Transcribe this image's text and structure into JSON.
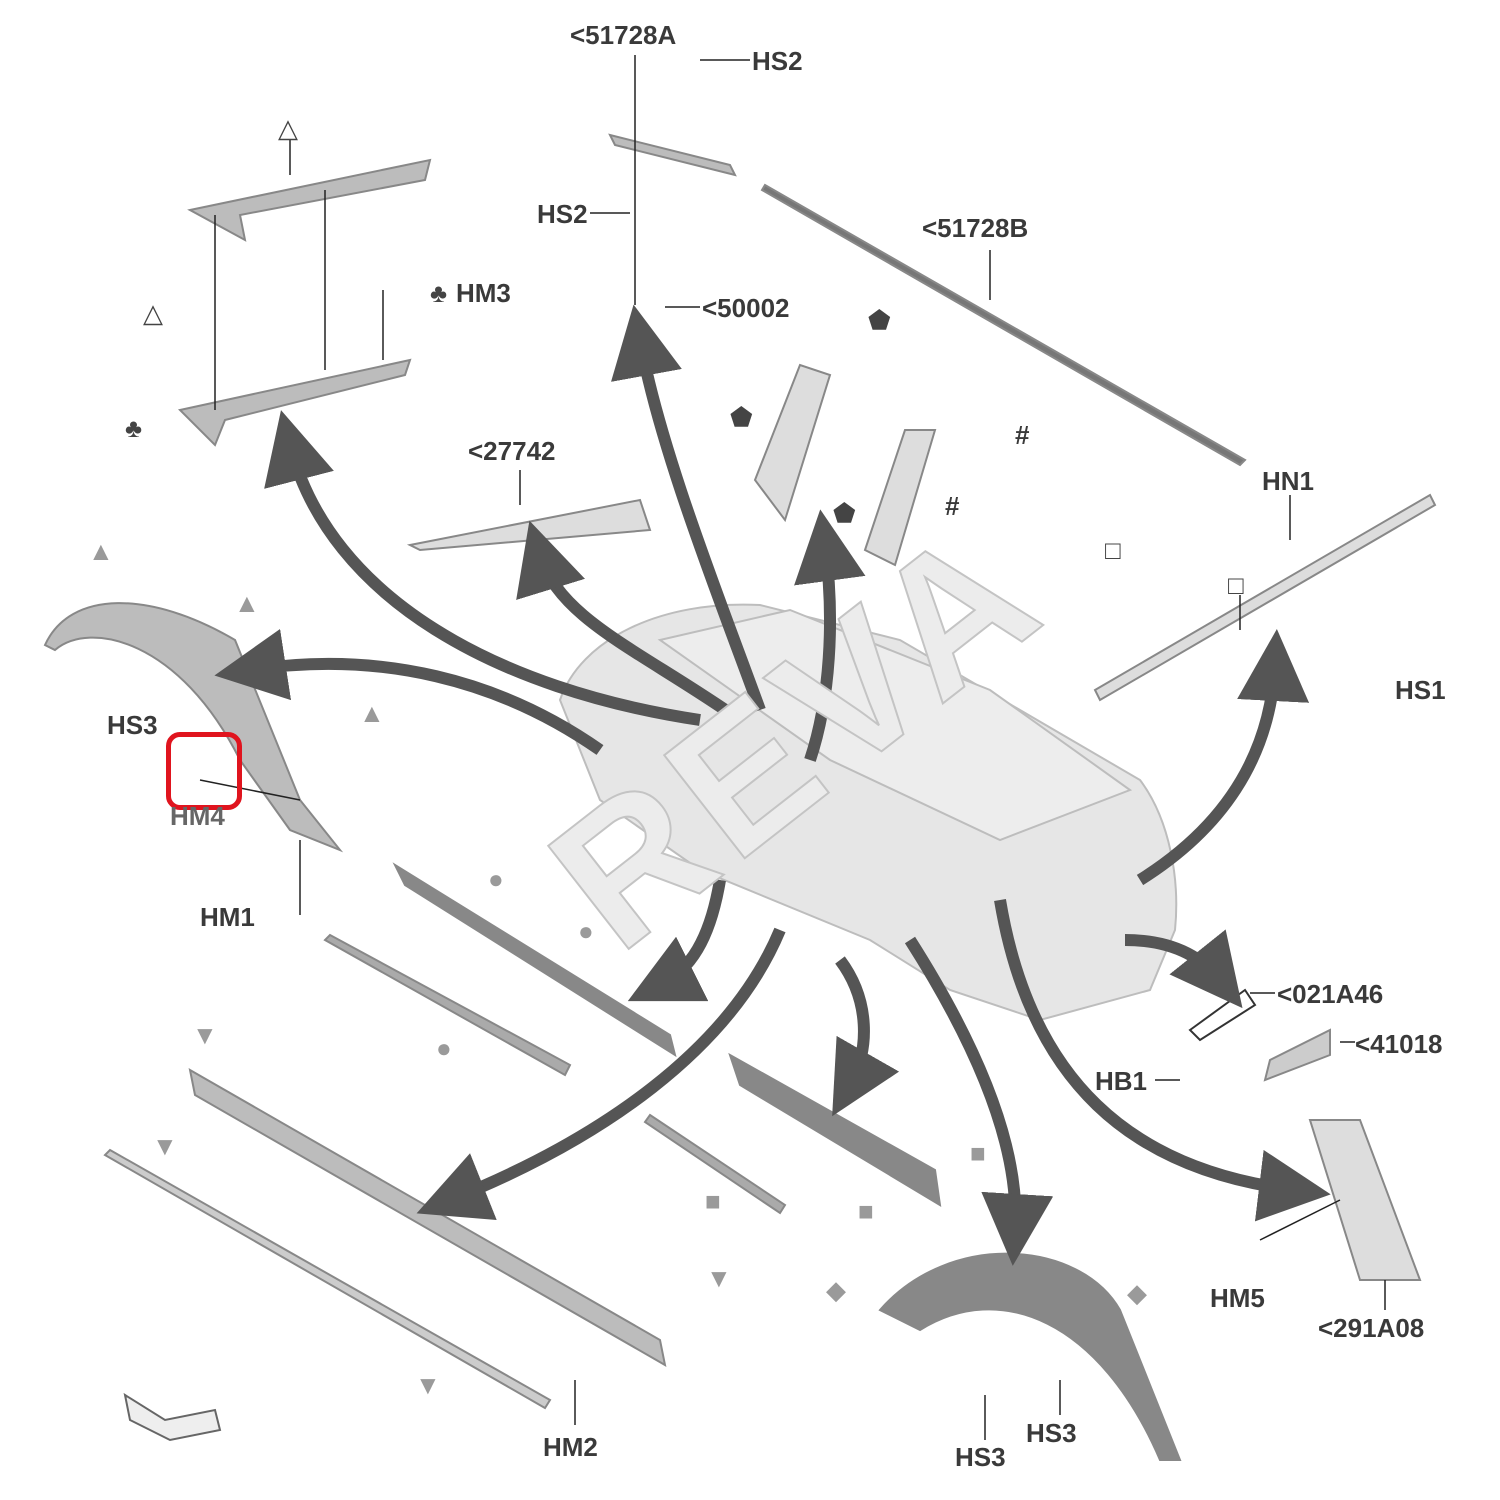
{
  "diagram": {
    "title": "Exterior trim parts diagram",
    "watermark": "REVA",
    "labels": {
      "p51728a": "<51728A",
      "hs2_top": "HS2",
      "hs2_mid": "HS2",
      "p50002": "<50002",
      "p51728b": "<51728B",
      "hm3": "HM3",
      "p27742": "<27742",
      "hn1": "HN1",
      "hs1": "HS1",
      "hs3_left": "HS3",
      "hm4": "HM4",
      "hm1": "HM1",
      "p021a46": "<021A46",
      "p41018": "<41018",
      "hb1": "HB1",
      "hm5": "HM5",
      "p291a08": "<291A08",
      "hm2": "HM2",
      "hs3_bottom_left": "HS3",
      "hs3_bottom_right": "HS3"
    },
    "symbols": {
      "triangle_open": "△",
      "club": "♣",
      "pentagon": "⬟",
      "hash": "#",
      "square_open": "□",
      "triangle_filled": "▲",
      "triangle_down": "▼",
      "circle": "●",
      "square": "■",
      "diamond": "◆"
    },
    "highlight": "HM4",
    "colors": {
      "highlight": "#e0141e",
      "text": "#3a3a3a",
      "arrow": "#555555"
    }
  }
}
